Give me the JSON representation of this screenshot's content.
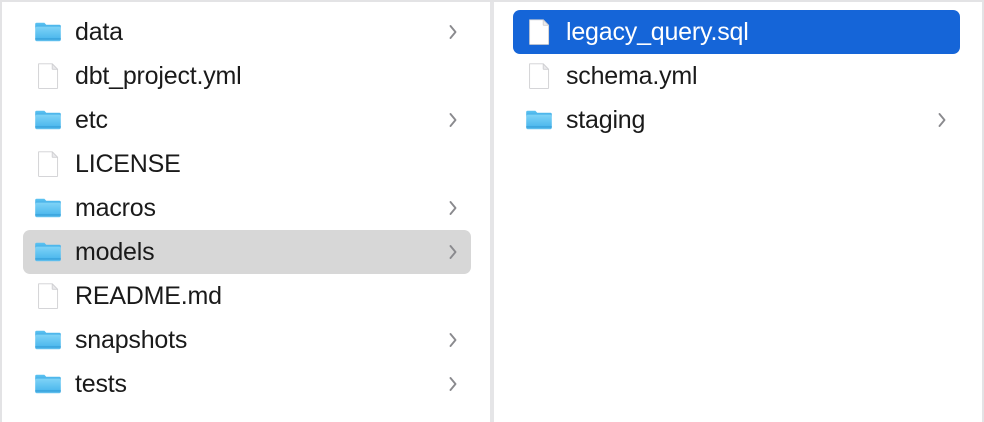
{
  "window": {
    "title": "Finder Column View",
    "accent_selected": "#1565d8",
    "accent_inactive_selected": "#d7d7d7",
    "divider_color": "#e5e5e7",
    "background": "#ffffff",
    "text_color": "#1a1a1a",
    "chevron_color": "#8a8a8e",
    "folder_color": "#54bdf0"
  },
  "columns": [
    {
      "name": "column-parent",
      "items": [
        {
          "label": "data",
          "type": "folder",
          "has_chevron": true,
          "state": "normal"
        },
        {
          "label": "dbt_project.yml",
          "type": "file",
          "has_chevron": false,
          "state": "normal"
        },
        {
          "label": "etc",
          "type": "folder",
          "has_chevron": true,
          "state": "normal"
        },
        {
          "label": "LICENSE",
          "type": "file",
          "has_chevron": false,
          "state": "normal"
        },
        {
          "label": "macros",
          "type": "folder",
          "has_chevron": true,
          "state": "normal"
        },
        {
          "label": "models",
          "type": "folder",
          "has_chevron": true,
          "state": "selected-inactive"
        },
        {
          "label": "README.md",
          "type": "file",
          "has_chevron": false,
          "state": "normal"
        },
        {
          "label": "snapshots",
          "type": "folder",
          "has_chevron": true,
          "state": "normal"
        },
        {
          "label": "tests",
          "type": "folder",
          "has_chevron": true,
          "state": "normal"
        }
      ]
    },
    {
      "name": "column-models",
      "items": [
        {
          "label": "legacy_query.sql",
          "type": "file",
          "has_chevron": false,
          "state": "selected-active"
        },
        {
          "label": "schema.yml",
          "type": "file",
          "has_chevron": false,
          "state": "normal"
        },
        {
          "label": "staging",
          "type": "folder",
          "has_chevron": true,
          "state": "normal"
        }
      ]
    }
  ],
  "icons": {
    "folder": "folder-icon",
    "file": "file-icon",
    "chevron": "chevron-right-icon"
  }
}
